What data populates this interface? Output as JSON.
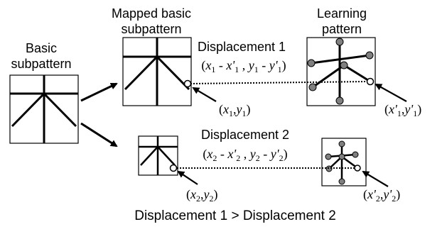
{
  "labels": {
    "basic_line1": "Basic",
    "basic_line2": "subpattern",
    "mapped_line1": "Mapped basic",
    "mapped_line2": "subpattern",
    "learning_line1": "Learning",
    "learning_line2": "pattern",
    "displacement1": "Displacement 1",
    "displacement2": "Displacement 2",
    "comparison": "Displacement 1 > Displacement 2"
  },
  "math": {
    "disp1": {
      "x": "x",
      "xs": "1",
      "minus": " - ",
      "xp": "x'",
      "xps": "1",
      "comma": " , ",
      "y": "y",
      "ys": "1",
      "yp": "y'",
      "yps": "1",
      "open": "(",
      "close": ")"
    },
    "disp2": {
      "x": "x",
      "xs": "2",
      "minus": " - ",
      "xp": "x'",
      "xps": "2",
      "comma": " , ",
      "y": "y",
      "ys": "2",
      "yp": "y'",
      "yps": "2",
      "open": "(",
      "close": ")"
    },
    "p1": {
      "open": "(",
      "x": "x",
      "xs": "1",
      "comma": ",",
      "y": "y",
      "ys": "1",
      "close": ")"
    },
    "p1p": {
      "open": "(",
      "x": "x'",
      "xs": "1",
      "comma": ",",
      "y": "y'",
      "ys": "1",
      "close": ")"
    },
    "p2": {
      "open": "(",
      "x": "x",
      "xs": "2",
      "comma": ",",
      "y": "y",
      "ys": "2",
      "close": ")"
    },
    "p2p": {
      "open": "(",
      "x": "x'",
      "xs": "2",
      "comma": ",",
      "y": "y'",
      "ys": "2",
      "close": ")"
    }
  },
  "colors": {
    "stroke": "#000000",
    "node_fill": "#808080",
    "background": "#ffffff"
  }
}
